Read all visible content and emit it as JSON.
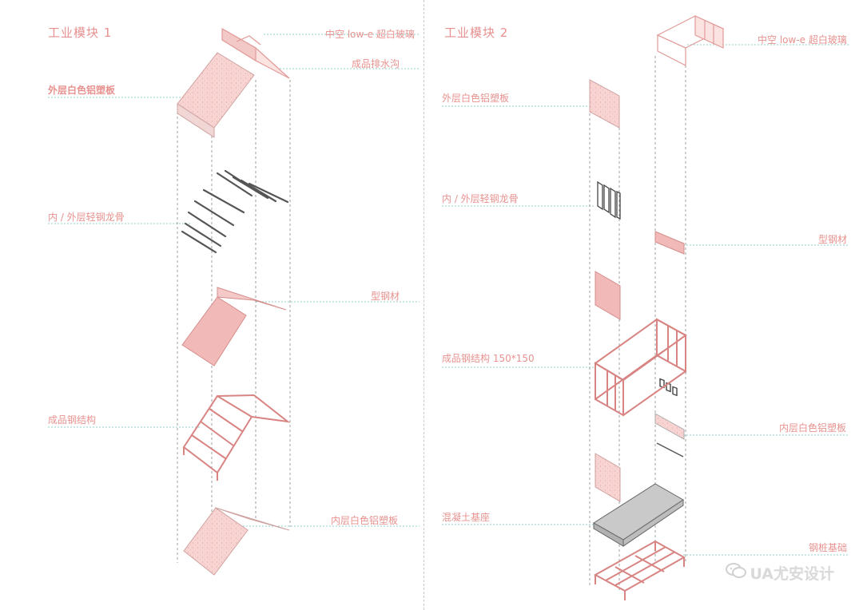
{
  "module1": {
    "title": "工业模块 1",
    "labels": {
      "glass": "中空 low-e 超白玻璃",
      "drain": "成品排水沟",
      "outer_panel": "外层白色铝塑板",
      "keel": "内 / 外层轻钢龙骨",
      "section_steel": "型钢材",
      "steel_structure": "成品钢结构",
      "inner_panel": "内层白色铝塑板"
    }
  },
  "module2": {
    "title": "工业模块 2",
    "labels": {
      "glass": "中空 low-e 超白玻璃",
      "outer_panel": "外层白色铝塑板",
      "keel": "内 / 外层轻钢龙骨",
      "section_steel": "型钢材",
      "steel_structure": "成品钢结构 150*150",
      "inner_panel": "内层白色铝塑板",
      "concrete_base": "混凝土基座",
      "pile_foundation": "钢桩基础"
    }
  },
  "watermark": {
    "text": "UA尤安设计",
    "icon": "wechat-icon"
  },
  "colors": {
    "accent": "#e7928f",
    "panel_fill": "#f5c4c2",
    "steel": "#e5a3a3",
    "leader": "#8fd0cb",
    "concrete": "#c9c9c9"
  }
}
